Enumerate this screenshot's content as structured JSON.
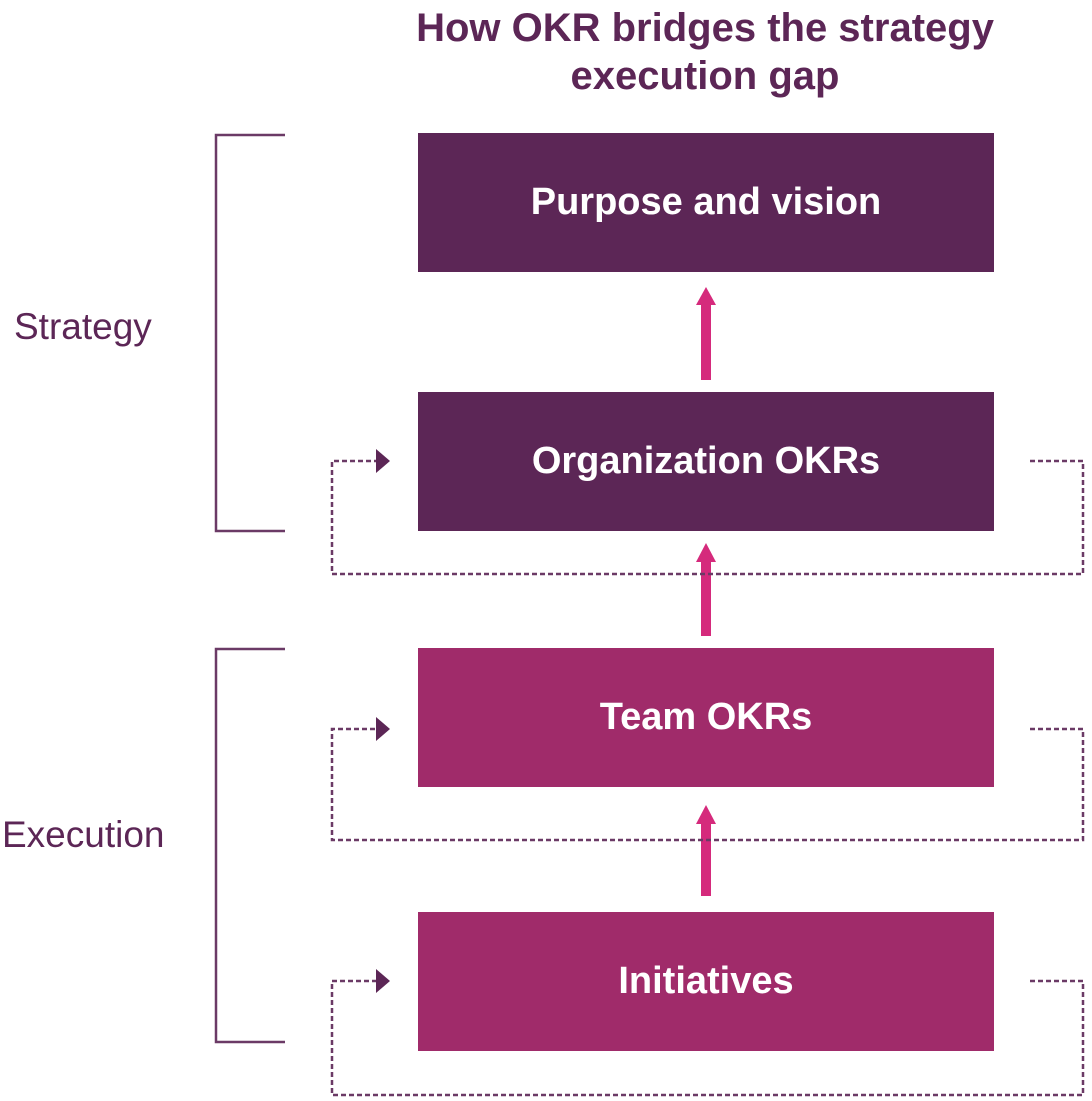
{
  "title": {
    "line1": "How OKR bridges the strategy",
    "line2": "execution gap"
  },
  "groups": [
    {
      "label": "Strategy"
    },
    {
      "label": "Execution"
    }
  ],
  "boxes": [
    {
      "label": "Purpose and vision",
      "color": "#5c2656",
      "group": "Strategy",
      "feedback_loop": false
    },
    {
      "label": "Organization OKRs",
      "color": "#5c2656",
      "group": "Strategy",
      "feedback_loop": true
    },
    {
      "label": "Team OKRs",
      "color": "#a02b6a",
      "group": "Execution",
      "feedback_loop": true
    },
    {
      "label": "Initiatives",
      "color": "#a02b6a",
      "group": "Execution",
      "feedback_loop": true
    }
  ],
  "flow": [
    {
      "from": "Organization OKRs",
      "to": "Purpose and vision"
    },
    {
      "from": "Team OKRs",
      "to": "Organization OKRs"
    },
    {
      "from": "Initiatives",
      "to": "Team OKRs"
    }
  ],
  "colors": {
    "dark_purple": "#5c2656",
    "magenta": "#a02b6a",
    "arrow_pink": "#d52a7c",
    "bracket": "#6b3a66",
    "dashed": "#6b3a66"
  }
}
